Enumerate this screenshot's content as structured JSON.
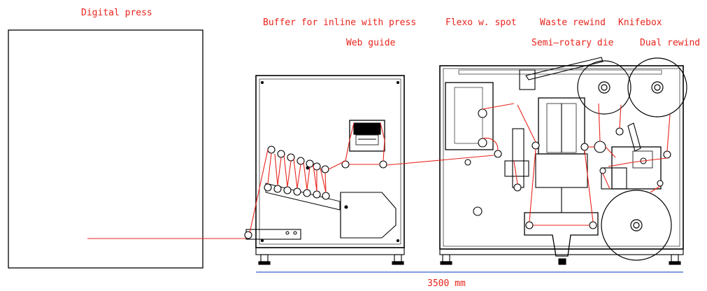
{
  "labels": {
    "digital_press": "Digital press",
    "buffer": "Buffer for inline with press",
    "web_guide": "Web guide",
    "flexo": "Flexo w. spot",
    "waste_rewind": "Waste rewind",
    "knifebox": "Knifebox",
    "semi_rotary": "Semi—rotary die",
    "dual_rewind": "Dual rewind"
  },
  "dimension": {
    "text": "3500 mm"
  },
  "colors": {
    "web_path": "#e8241c",
    "label": "#e8241c",
    "dimension_line": "#3a5fcd",
    "outline": "#000000"
  }
}
